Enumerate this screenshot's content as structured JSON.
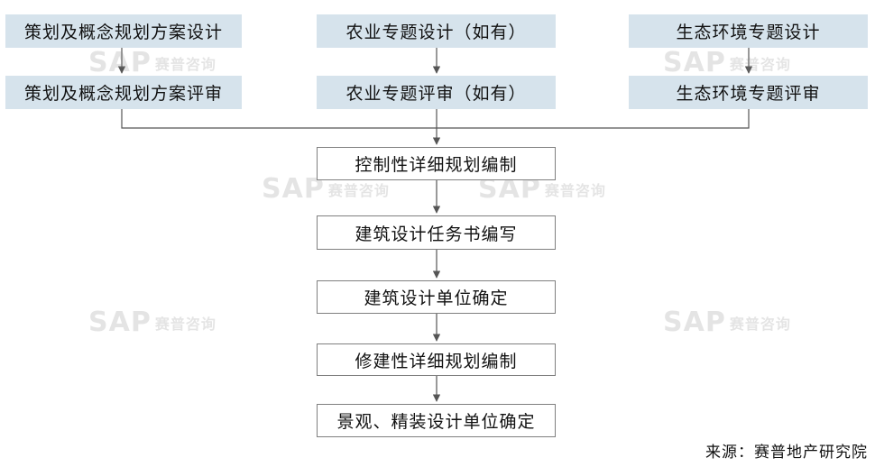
{
  "top_row": {
    "left_design": "策划及概念规划方案设计",
    "left_review": "策划及概念规划方案评审",
    "middle_design": "农业专题设计（如有）",
    "middle_review": "农业专题评审（如有）",
    "right_design": "生态环境专题设计",
    "right_review": "生态环境专题评审"
  },
  "flow_steps": [
    "控制性详细规划编制",
    "建筑设计任务书编写",
    "建筑设计单位确定",
    "修建性详细规划编制",
    "景观、精装设计单位确定"
  ],
  "watermark": {
    "logo": "SAP",
    "text": "赛普咨询"
  },
  "source": "来源：赛普地产研究院"
}
